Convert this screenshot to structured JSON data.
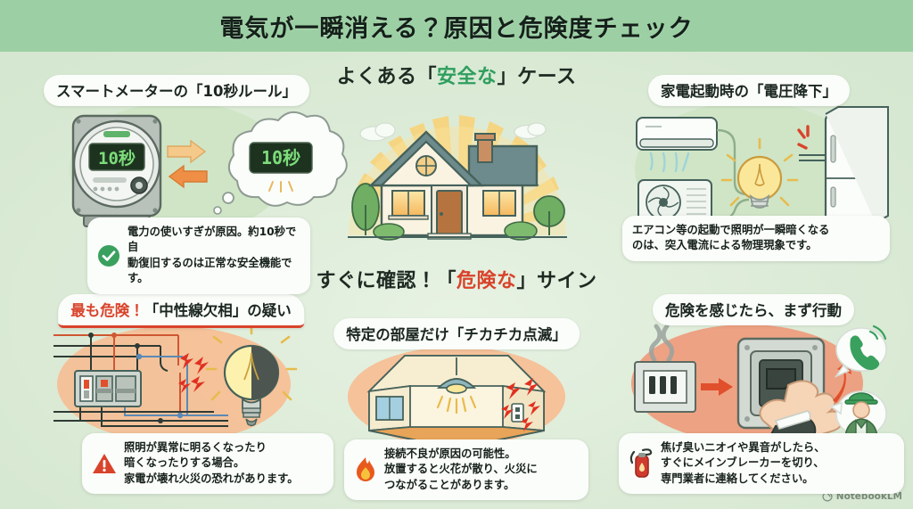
{
  "header": {
    "title": "電気が一瞬消える？原因と危険度チェック",
    "bg_color": "#9cd0a4"
  },
  "sections": {
    "safe": {
      "prefix": "よくある",
      "quote_open": "「",
      "highlight": "安全な",
      "quote_close": "」",
      "suffix": "ケース",
      "highlight_color": "#2f9e5e"
    },
    "danger": {
      "prefix": "すぐに確認！",
      "quote_open": "「",
      "highlight": "危険な",
      "quote_close": "」",
      "suffix": "サイン",
      "highlight_color": "#d9432b"
    }
  },
  "cards": [
    {
      "id": "smart-meter",
      "title": "スマートメーターの「10秒ルール」",
      "display_text": "10秒",
      "caption": "電力の使いすぎが原因。約10秒で自動復旧するのは正常な安全機能です。",
      "caption_line1": "電力の使いすぎが原因。約10秒で自",
      "caption_line2": "動復旧するのは正常な安全機能です。",
      "icon": "check-circle-icon",
      "icon_color": "#3aa05e"
    },
    {
      "id": "house",
      "title": "",
      "caption": "",
      "icon": ""
    },
    {
      "id": "voltage-drop",
      "title": "家電起動時の「電圧降下」",
      "caption": "エアコン等の起動で照明が一瞬暗くなるのは、突入電流による物理現象です。",
      "caption_line1": "エアコン等の起動で照明が一瞬暗くなる",
      "caption_line2": "のは、突入電流による物理現象です。",
      "icon": ""
    },
    {
      "id": "neutral-loss",
      "title_prefix": "最も危険！",
      "title_rest": "「中性線欠相」の疑い",
      "title": "最も危険！「中性線欠相」の疑い",
      "caption_line1": "照明が異常に明るくなったり",
      "caption_line2": "暗くなったりする場合。",
      "caption_line3": "家電が壊れ火災の恐れがあります。",
      "icon": "warning-triangle-icon",
      "icon_color": "#d9432b"
    },
    {
      "id": "flicker",
      "title": "特定の部屋だけ「チカチカ点滅」",
      "caption_line1": "接続不良が原因の可能性。",
      "caption_line2": "放置すると火花が散り、火災に",
      "caption_line3": "つながることがあります。",
      "icon": "flame-icon",
      "icon_color": "#e8591f"
    },
    {
      "id": "take-action",
      "title": "危険を感じたら、まず行動",
      "caption_line1": "焦げ臭いニオイや異音がしたら、",
      "caption_line2": "すぐにメインブレーカーを切り、",
      "caption_line3": "専門業者に連絡してください。",
      "icon": "fire-extinguisher-icon",
      "icon_color": "#cf3b2e"
    }
  ],
  "watermark": {
    "label": "NotebookLM",
    "icon": "notebooklm-icon"
  },
  "palette": {
    "page_bg": "#dcebd7",
    "header_green": "#9cd0a4",
    "blob_green": "#cfe5c6",
    "blob_peach": "#f7bf95",
    "blob_salmon": "#f09878",
    "text_dark": "#17211b",
    "accent_green": "#2f9e5e",
    "accent_red": "#d9432b",
    "accent_orange": "#e8943a"
  }
}
